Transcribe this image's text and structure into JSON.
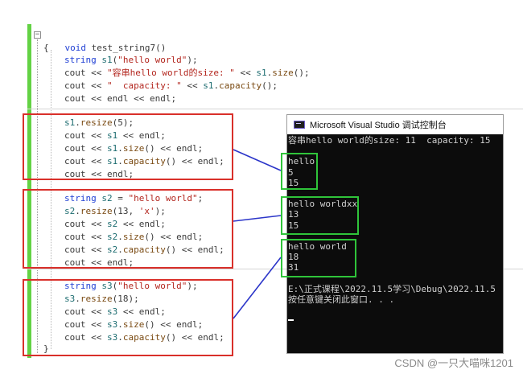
{
  "editor": {
    "header": {
      "keyword": "void",
      "name": " test_string7()"
    },
    "open_brace": "{",
    "close_brace": "}",
    "block1": [
      [
        {
          "t": "string",
          "c": "ty"
        },
        {
          "t": " ",
          "c": "op"
        },
        {
          "t": "s1",
          "c": "var"
        },
        {
          "t": "(",
          "c": "op"
        },
        {
          "t": "\"hello world\"",
          "c": "str"
        },
        {
          "t": ");",
          "c": "op"
        }
      ],
      [
        {
          "t": "cout",
          "c": "op"
        },
        {
          "t": " << ",
          "c": "op"
        },
        {
          "t": "\"容串hello world的size: \"",
          "c": "str"
        },
        {
          "t": " << ",
          "c": "op"
        },
        {
          "t": "s1",
          "c": "var"
        },
        {
          "t": ".",
          "c": "op"
        },
        {
          "t": "size",
          "c": "fn"
        },
        {
          "t": "();",
          "c": "op"
        }
      ],
      [
        {
          "t": "cout",
          "c": "op"
        },
        {
          "t": " << ",
          "c": "op"
        },
        {
          "t": "\"  capacity: \"",
          "c": "str"
        },
        {
          "t": " << ",
          "c": "op"
        },
        {
          "t": "s1",
          "c": "var"
        },
        {
          "t": ".",
          "c": "op"
        },
        {
          "t": "capacity",
          "c": "fn"
        },
        {
          "t": "();",
          "c": "op"
        }
      ],
      [
        {
          "t": "cout",
          "c": "op"
        },
        {
          "t": " << ",
          "c": "op"
        },
        {
          "t": "endl",
          "c": "op"
        },
        {
          "t": " << ",
          "c": "op"
        },
        {
          "t": "endl",
          "c": "op"
        },
        {
          "t": ";",
          "c": "op"
        }
      ]
    ],
    "block2": [
      [
        {
          "t": "s1",
          "c": "var"
        },
        {
          "t": ".",
          "c": "op"
        },
        {
          "t": "resize",
          "c": "fn"
        },
        {
          "t": "(5);",
          "c": "op"
        }
      ],
      [
        {
          "t": "cout",
          "c": "op"
        },
        {
          "t": " << ",
          "c": "op"
        },
        {
          "t": "s1",
          "c": "var"
        },
        {
          "t": " << ",
          "c": "op"
        },
        {
          "t": "endl;",
          "c": "op"
        }
      ],
      [
        {
          "t": "cout",
          "c": "op"
        },
        {
          "t": " << ",
          "c": "op"
        },
        {
          "t": "s1",
          "c": "var"
        },
        {
          "t": ".",
          "c": "op"
        },
        {
          "t": "size",
          "c": "fn"
        },
        {
          "t": "() << endl;",
          "c": "op"
        }
      ],
      [
        {
          "t": "cout",
          "c": "op"
        },
        {
          "t": " << ",
          "c": "op"
        },
        {
          "t": "s1",
          "c": "var"
        },
        {
          "t": ".",
          "c": "op"
        },
        {
          "t": "capacity",
          "c": "fn"
        },
        {
          "t": "() << endl;",
          "c": "op"
        }
      ],
      [
        {
          "t": "cout",
          "c": "op"
        },
        {
          "t": " << ",
          "c": "op"
        },
        {
          "t": "endl;",
          "c": "op"
        }
      ]
    ],
    "block3": [
      [
        {
          "t": "string",
          "c": "ty"
        },
        {
          "t": " ",
          "c": "op"
        },
        {
          "t": "s2",
          "c": "var"
        },
        {
          "t": " = ",
          "c": "op"
        },
        {
          "t": "\"hello world\"",
          "c": "str"
        },
        {
          "t": ";",
          "c": "op"
        }
      ],
      [
        {
          "t": "s2",
          "c": "var"
        },
        {
          "t": ".",
          "c": "op"
        },
        {
          "t": "resize",
          "c": "fn"
        },
        {
          "t": "(13, ",
          "c": "op"
        },
        {
          "t": "'x'",
          "c": "str"
        },
        {
          "t": ");",
          "c": "op"
        }
      ],
      [
        {
          "t": "cout",
          "c": "op"
        },
        {
          "t": " << ",
          "c": "op"
        },
        {
          "t": "s2",
          "c": "var"
        },
        {
          "t": " << ",
          "c": "op"
        },
        {
          "t": "endl;",
          "c": "op"
        }
      ],
      [
        {
          "t": "cout",
          "c": "op"
        },
        {
          "t": " << ",
          "c": "op"
        },
        {
          "t": "s2",
          "c": "var"
        },
        {
          "t": ".",
          "c": "op"
        },
        {
          "t": "size",
          "c": "fn"
        },
        {
          "t": "() << endl;",
          "c": "op"
        }
      ],
      [
        {
          "t": "cout",
          "c": "op"
        },
        {
          "t": " << ",
          "c": "op"
        },
        {
          "t": "s2",
          "c": "var"
        },
        {
          "t": ".",
          "c": "op"
        },
        {
          "t": "capacity",
          "c": "fn"
        },
        {
          "t": "() << endl;",
          "c": "op"
        }
      ],
      [
        {
          "t": "cout",
          "c": "op"
        },
        {
          "t": " << ",
          "c": "op"
        },
        {
          "t": "endl;",
          "c": "op"
        }
      ]
    ],
    "block4": [
      [
        {
          "t": "string",
          "c": "ty"
        },
        {
          "t": " ",
          "c": "op"
        },
        {
          "t": "s3",
          "c": "var"
        },
        {
          "t": "(",
          "c": "op"
        },
        {
          "t": "\"hello world\"",
          "c": "str"
        },
        {
          "t": ");",
          "c": "op"
        }
      ],
      [
        {
          "t": "s3",
          "c": "var"
        },
        {
          "t": ".",
          "c": "op"
        },
        {
          "t": "resize",
          "c": "fn"
        },
        {
          "t": "(18);",
          "c": "op"
        }
      ],
      [
        {
          "t": "cout",
          "c": "op"
        },
        {
          "t": " << ",
          "c": "op"
        },
        {
          "t": "s3",
          "c": "var"
        },
        {
          "t": " << ",
          "c": "op"
        },
        {
          "t": "endl;",
          "c": "op"
        }
      ],
      [
        {
          "t": "cout",
          "c": "op"
        },
        {
          "t": " << ",
          "c": "op"
        },
        {
          "t": "s3",
          "c": "var"
        },
        {
          "t": ".",
          "c": "op"
        },
        {
          "t": "size",
          "c": "fn"
        },
        {
          "t": "() << endl;",
          "c": "op"
        }
      ],
      [
        {
          "t": "cout",
          "c": "op"
        },
        {
          "t": " << ",
          "c": "op"
        },
        {
          "t": "s3",
          "c": "var"
        },
        {
          "t": ".",
          "c": "op"
        },
        {
          "t": "capacity",
          "c": "fn"
        },
        {
          "t": "() << endl;",
          "c": "op"
        }
      ]
    ]
  },
  "console": {
    "title": "Microsoft Visual Studio 调试控制台",
    "lines": [
      "容串hello world的size: 11  capacity: 15",
      "",
      "hello",
      "5",
      "15",
      "",
      "hello worldxx",
      "13",
      "15",
      "",
      "hello world",
      "18",
      "31",
      "",
      "E:\\正式课程\\2022.11.5学习\\Debug\\2022.11.5",
      "按任意键关闭此窗口. . ."
    ]
  },
  "colors": {
    "highlight_red": "#d9302a",
    "highlight_green": "#2fc43a",
    "connector_blue": "#2b35c9",
    "change_bar": "#63d244"
  },
  "watermark": "CSDN @一只大喵咪1201"
}
